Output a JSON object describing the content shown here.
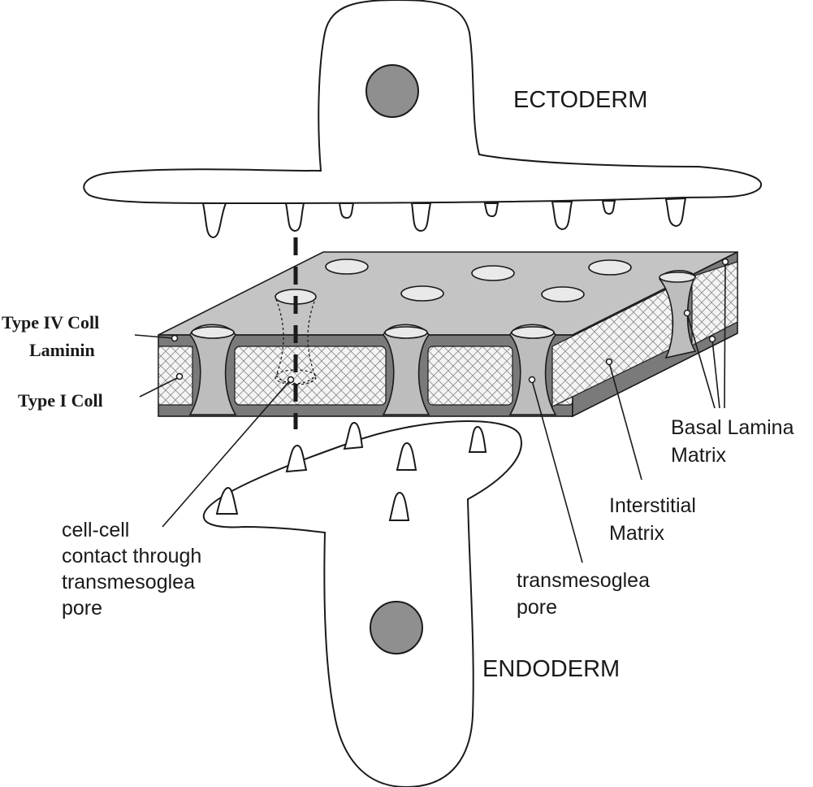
{
  "labels": {
    "ectoderm": "ECTODERM",
    "endoderm": "ENDODERM",
    "type_iv_coll": "Type IV Coll",
    "laminin": "Laminin",
    "type_i_coll": "Type I Coll",
    "basal_lamina_line1": "Basal Lamina",
    "basal_lamina_line2": "Matrix",
    "interstitial_line1": "Interstitial",
    "interstitial_line2": "Matrix",
    "pore_line1": "transmesoglea",
    "pore_line2": "pore",
    "contact_line1": "cell-cell",
    "contact_line2": "contact through",
    "contact_line3": "transmesoglea",
    "contact_line4": "pore"
  },
  "colors": {
    "nucleus": "#8f8f8f",
    "lamina_top": "#c4c4c4",
    "lamina_band": "#7a7a7a",
    "interstitial_fill": "#f4f4f4"
  }
}
